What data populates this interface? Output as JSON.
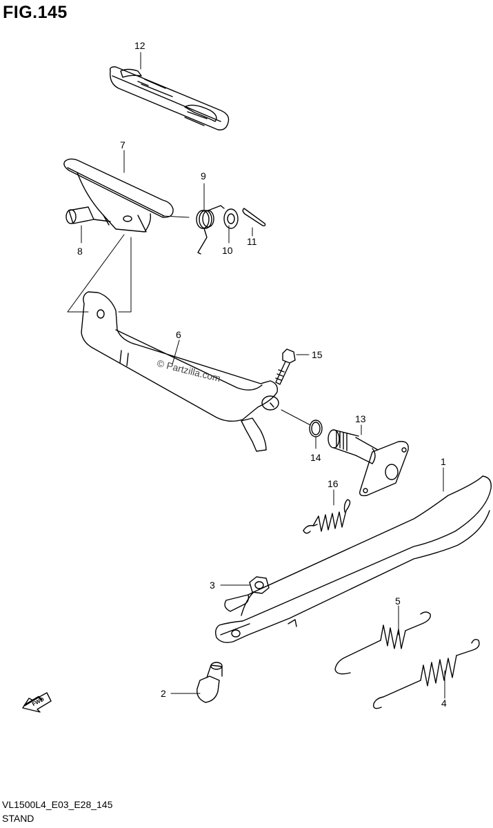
{
  "figure": {
    "title": "FIG.145",
    "code": "VL1500L4_E03_E28_145",
    "name": "STAND",
    "watermark": "© Partzilla.com"
  },
  "callouts": [
    "1",
    "2",
    "3",
    "4",
    "5",
    "6",
    "7",
    "8",
    "9",
    "10",
    "11",
    "12",
    "13",
    "14",
    "15",
    "16"
  ],
  "badge": {
    "text": "FWD",
    "icon": "fwd-arrow-icon"
  },
  "colors": {
    "line": "#000000",
    "background": "#ffffff"
  }
}
